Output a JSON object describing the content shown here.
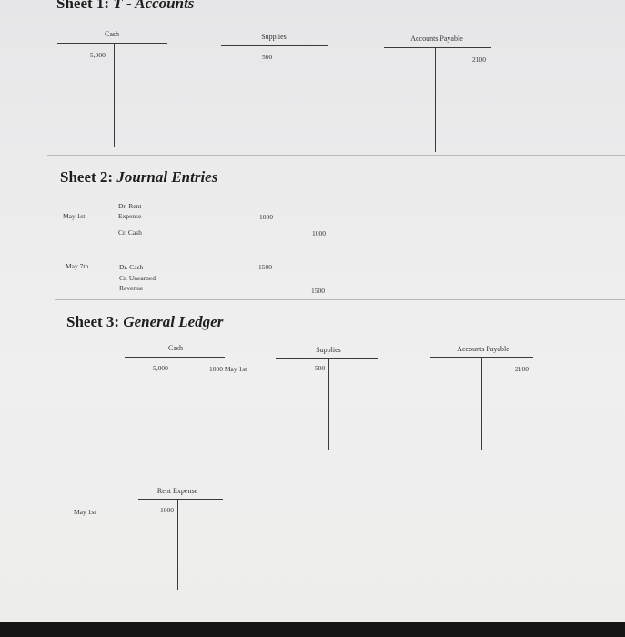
{
  "sheet1": {
    "title_prefix": "Sheet 1: ",
    "title_italic": "T - Accounts",
    "accounts": [
      {
        "name": "Cash",
        "debit": "5,000",
        "credit": ""
      },
      {
        "name": "Supplies",
        "debit": "500",
        "credit": ""
      },
      {
        "name": "Accounts Payable",
        "debit": "",
        "credit": "2100"
      }
    ]
  },
  "sheet2": {
    "title_prefix": "Sheet 2: ",
    "title_italic": "Journal Entries",
    "entries": [
      {
        "date": "May 1st",
        "line1": "Dr. Rent",
        "line2": "Expense",
        "line3": "Cr. Cash",
        "debit": "1000",
        "credit": "1000"
      },
      {
        "date": "May 7th",
        "line1": "Dr. Cash",
        "line2": "Cr. Unearned",
        "line3": "Revenue",
        "debit": "1500",
        "credit": "1500"
      }
    ]
  },
  "sheet3": {
    "title_prefix": "Sheet 3: ",
    "title_italic": "General Ledger",
    "accounts": [
      {
        "name": "Cash",
        "debit": "5,000",
        "credit": "1000 May 1st"
      },
      {
        "name": "Supplies",
        "debit": "500",
        "credit": ""
      },
      {
        "name": "Accounts Payable",
        "debit": "",
        "credit": "2100"
      },
      {
        "name": "Rent Expense",
        "debit": "1000",
        "credit": "",
        "date": "May 1st"
      }
    ]
  }
}
